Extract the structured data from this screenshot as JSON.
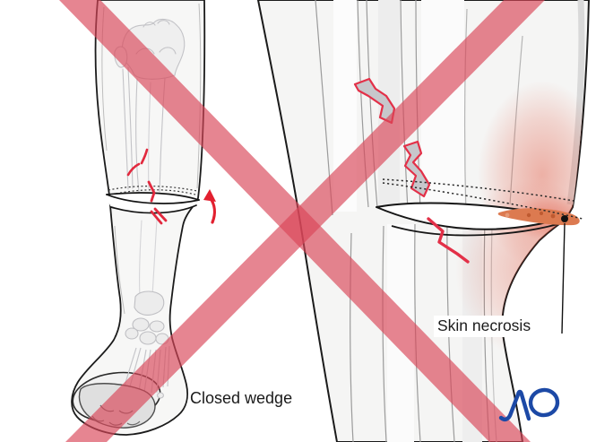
{
  "figure": {
    "kind": "surgical technique warning illustration",
    "labels": {
      "left_caption": "Closed wedge",
      "right_annotation": "Skin necrosis"
    },
    "logo": {
      "text": "AO",
      "color": "#1c49a6"
    },
    "colors": {
      "prohibition_cross": "#d9465e",
      "fracture_red": "#e3304a",
      "arrow_red": "#e2202f",
      "necrosis_orange": "#dc7a50",
      "skin_redness": "#df4026",
      "leg_fill": "#f5f5f4",
      "outline": "#1b1b1b",
      "bone_line": "#c3c3c7",
      "background": "#ffffff"
    }
  }
}
